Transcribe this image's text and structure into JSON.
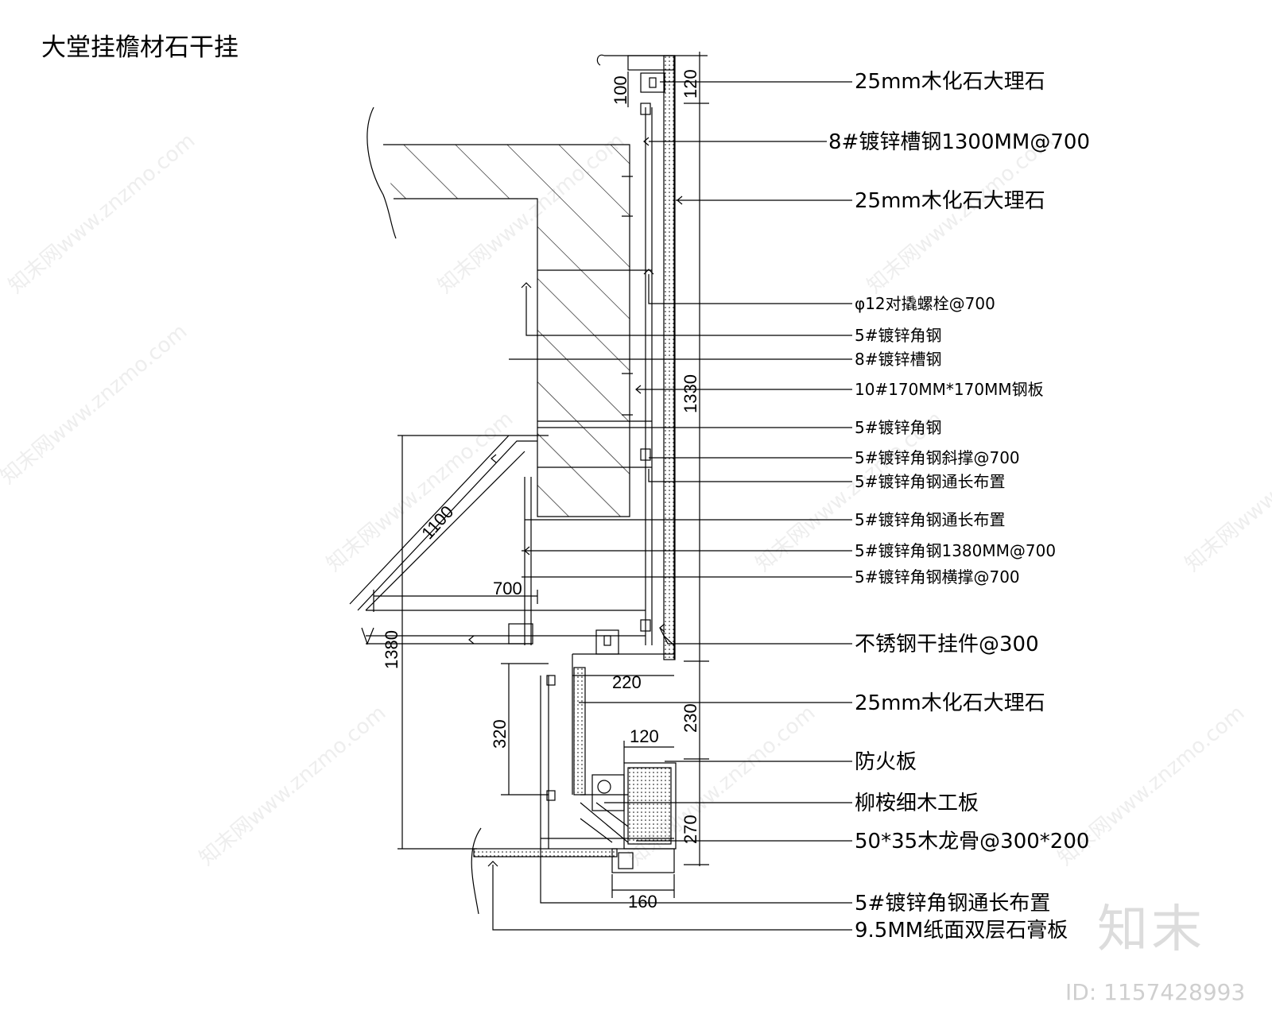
{
  "title": "大堂挂檐材石干挂",
  "labels": [
    "25mm木化石大理石",
    "8#镀锌槽钢1300MM@700",
    "25mm木化石大理石",
    "φ12对撬螺栓@700",
    "5#镀锌角钢",
    "8#镀锌槽钢",
    "10#170MM*170MM钢板",
    "5#镀锌角钢",
    "5#镀锌角钢斜撑@700",
    "5#镀锌角钢通长布置",
    "5#镀锌角钢通长布置",
    "5#镀锌角钢1380MM@700",
    "5#镀锌角钢横撑@700",
    "不锈钢干挂件@300",
    "25mm木化石大理石",
    "防火板",
    "柳桉细木工板",
    "50*35木龙骨@300*200",
    "5#镀锌角钢通长布置",
    "9.5MM纸面双层石膏板"
  ],
  "dimensions": {
    "d100": "100",
    "d120_top": "120",
    "d1330": "1330",
    "d1100": "1100",
    "d700": "700",
    "d1380": "1380",
    "d220": "220",
    "d230": "230",
    "d320": "320",
    "d120_mid": "120",
    "d270": "270",
    "d160": "160"
  },
  "watermark": {
    "text": "知末网www.znzmo.com",
    "logo": "知末",
    "id": "ID: 1157428993"
  }
}
